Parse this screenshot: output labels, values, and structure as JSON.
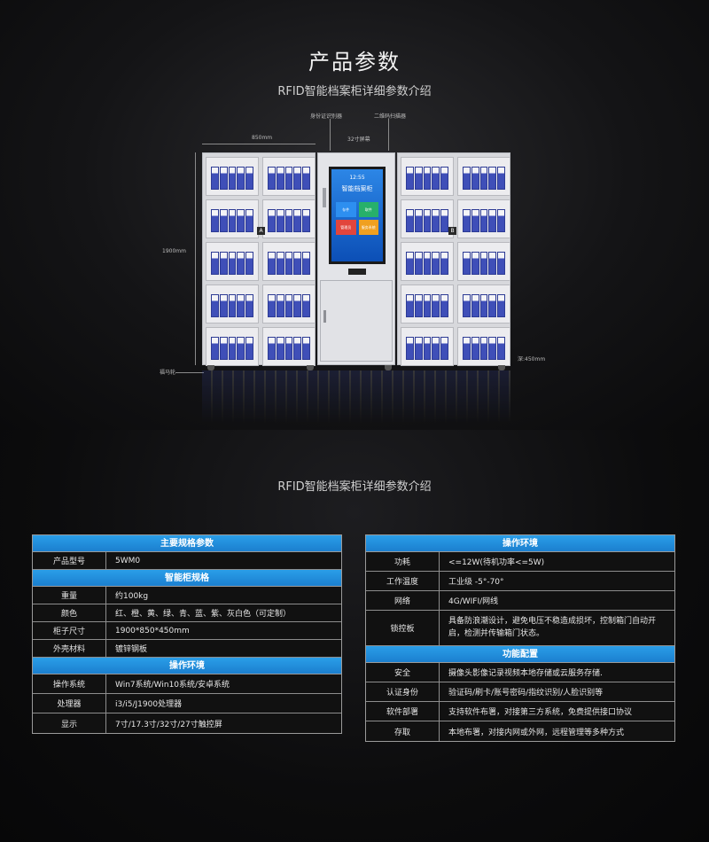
{
  "header": {
    "title": "产品参数",
    "subtitle": "RFID智能档案柜详细参数介绍"
  },
  "figure": {
    "annotations": {
      "id_reader": "身份证识别器",
      "qr_scanner": "二维码扫描器",
      "width": "850mm",
      "screen": "32寸屏幕",
      "height": "1900mm",
      "depth": "深:450mm",
      "caster": "福马轮"
    },
    "screen": {
      "time": "12:55",
      "title": "智能档案柜",
      "tiles": [
        "存件",
        "取件",
        "管理员",
        "服务系统"
      ]
    },
    "badges": [
      "A",
      "B"
    ]
  },
  "section2": {
    "subtitle": "RFID智能档案柜详细参数介绍"
  },
  "left_table": {
    "header1": "主要规格参数",
    "model": {
      "k": "产品型号",
      "v": "5WM0"
    },
    "header2": "智能柜规格",
    "specs": [
      {
        "k": "重量",
        "v": "约100kg"
      },
      {
        "k": "颜色",
        "v": "红、橙、黄、绿、青、蓝、紫、灰白色（可定制）"
      },
      {
        "k": "柜子尺寸",
        "v": "1900*850*450mm"
      },
      {
        "k": "外壳材料",
        "v": "镀锌钢板"
      }
    ],
    "header3": "操作环境",
    "env": [
      {
        "k": "操作系统",
        "v": "Win7系统/Win10系统/安卓系统"
      },
      {
        "k": "处理器",
        "v": "i3/i5/J1900处理器"
      },
      {
        "k": "显示",
        "v": "7寸/17.3寸/32寸/27寸触控屏"
      }
    ]
  },
  "right_table": {
    "header1": "操作环境",
    "env": [
      {
        "k": "功耗",
        "v": "<=12W(待机功率<=5W)"
      },
      {
        "k": "工作温度",
        "v": "工业级 -5°-70°"
      },
      {
        "k": "网络",
        "v": "4G/WIFI/网线"
      },
      {
        "k": "锁控板",
        "v": "具备防浪潮设计，避免电压不稳造成损坏，控制箱门自动开启，检测并传输箱门状态。"
      }
    ],
    "header2": "功能配置",
    "features": [
      {
        "k": "安全",
        "v": "摄像头影像记录视频本地存储或云服务存储."
      },
      {
        "k": "认证身份",
        "v": "验证码/刷卡/账号密码/指纹识别/人脸识别等"
      },
      {
        "k": "软件部署",
        "v": "支持软件布署，对接第三方系统，免费提供接口协议"
      },
      {
        "k": "存取",
        "v": "本地布署，对接内网或外网，远程管理等多种方式"
      }
    ]
  },
  "colors": {
    "header_blue": "#1f8cdc",
    "binder_blue": "#3f4fb8"
  }
}
